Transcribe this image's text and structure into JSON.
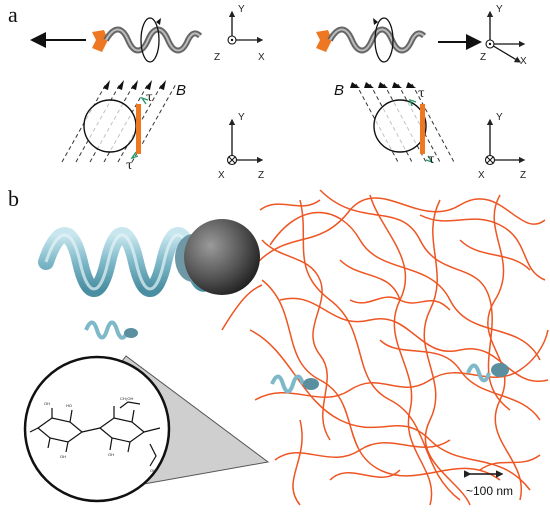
{
  "panels": {
    "a": {
      "label": "a"
    },
    "b": {
      "label": "b"
    }
  },
  "axes": {
    "y": "Y",
    "x": "X",
    "z": "Z"
  },
  "field_label": "B",
  "torque_label": "τ",
  "scale_bar": "~100 nm",
  "colors": {
    "fiber": "#ee5522",
    "magnet": "#ee7722",
    "helix": "#8fc7d6",
    "sphere": "#5a5a5a"
  },
  "icons": [
    "left-arrow-icon",
    "right-arrow-icon",
    "rotation-icon",
    "ellipse-icon"
  ]
}
